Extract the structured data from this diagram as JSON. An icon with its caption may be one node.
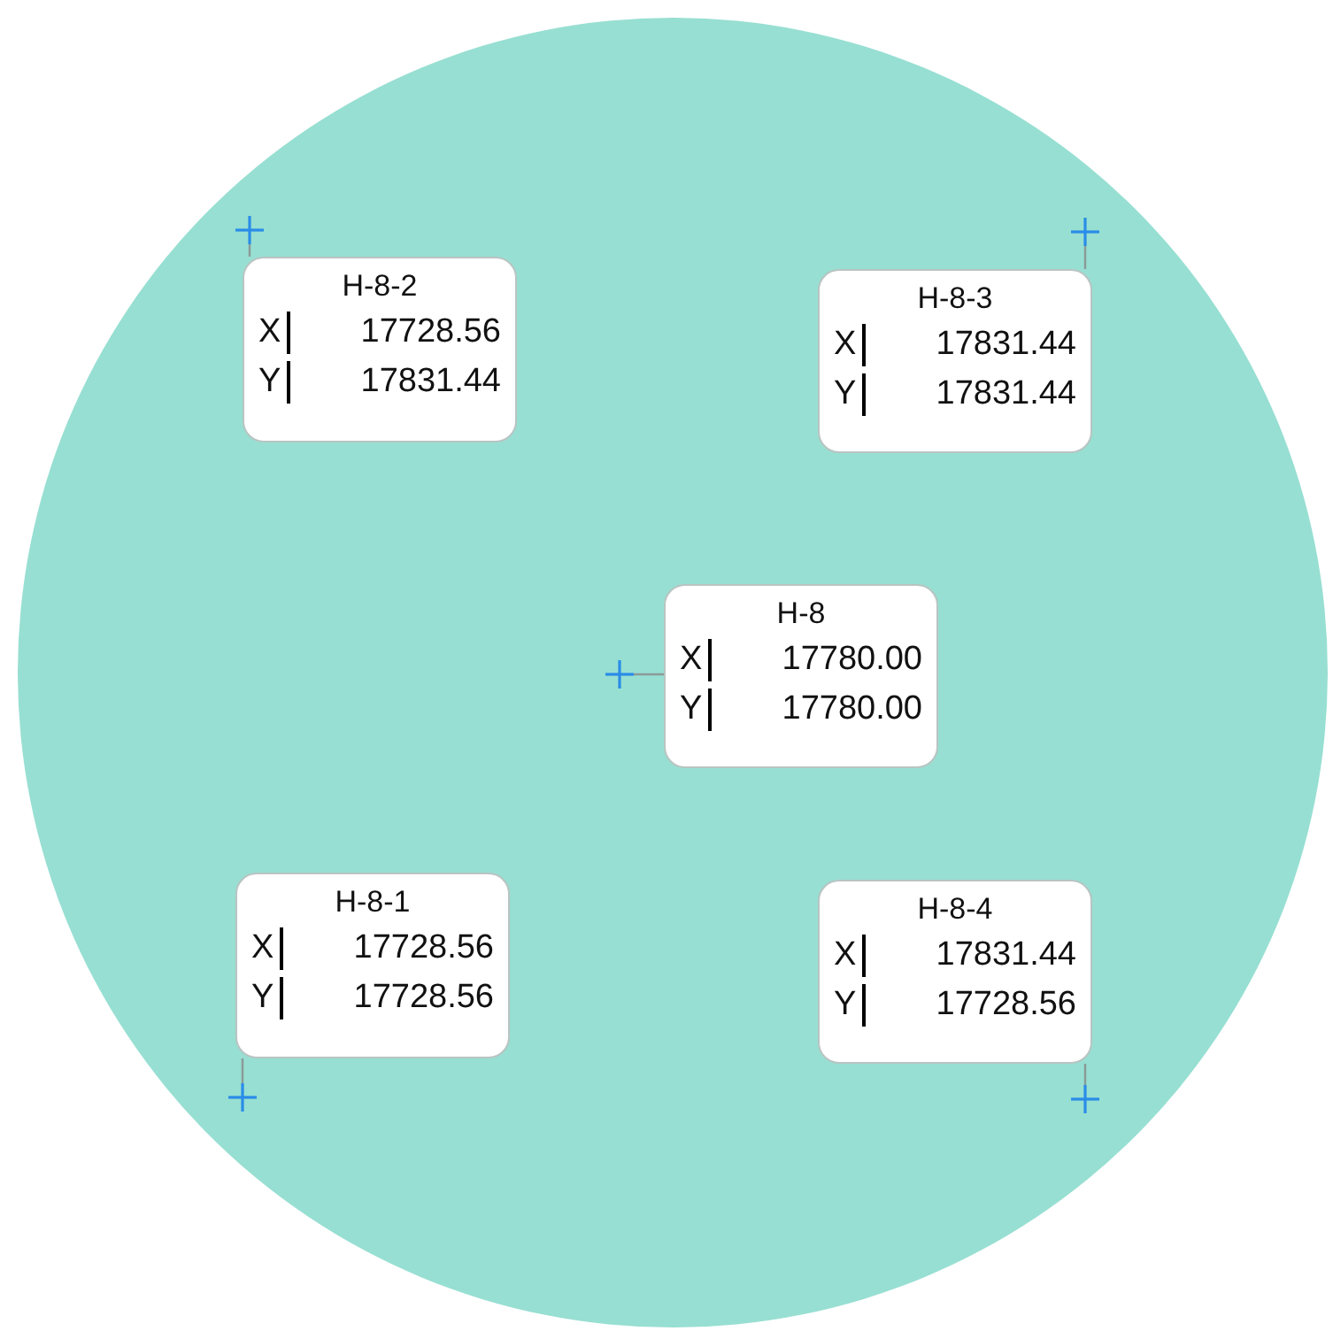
{
  "diagram": {
    "nodes": [
      {
        "text": [],
        "shape": "circle"
      },
      {
        "text": [
          "H-8-2",
          "X",
          "17728.56",
          "Y",
          "17831.44"
        ],
        "in": 0
      },
      {
        "text": [
          "H-8-3",
          "X",
          "17831.44",
          "Y",
          "17831.44"
        ],
        "in": 0
      },
      {
        "text": [
          "H-8",
          "X",
          "17780.00",
          "Y",
          "17780.00"
        ],
        "in": 0
      },
      {
        "text": [
          "H-8-1",
          "X",
          "17728.56",
          "Y",
          "17728.56"
        ],
        "in": 0
      },
      {
        "text": [
          "H-8-4",
          "X",
          "17831.44",
          "Y",
          "17728.56"
        ],
        "in": 0
      },
      {
        "text": [],
        "shape": "cross",
        "in": 0
      },
      {
        "text": [],
        "shape": "cross",
        "in": 0
      },
      {
        "text": [],
        "shape": "cross",
        "in": 0
      },
      {
        "text": [],
        "shape": "cross",
        "in": 0
      },
      {
        "text": [],
        "shape": "cross",
        "in": 0
      }
    ],
    "edges": [
      {
        "from": 1,
        "to": 6,
        "arrow": "none"
      },
      {
        "from": 2,
        "to": 7,
        "arrow": "none"
      },
      {
        "from": 3,
        "to": 8,
        "arrow": "none"
      },
      {
        "from": 4,
        "to": 9,
        "arrow": "none"
      },
      {
        "from": 5,
        "to": 10,
        "arrow": "none"
      }
    ]
  }
}
